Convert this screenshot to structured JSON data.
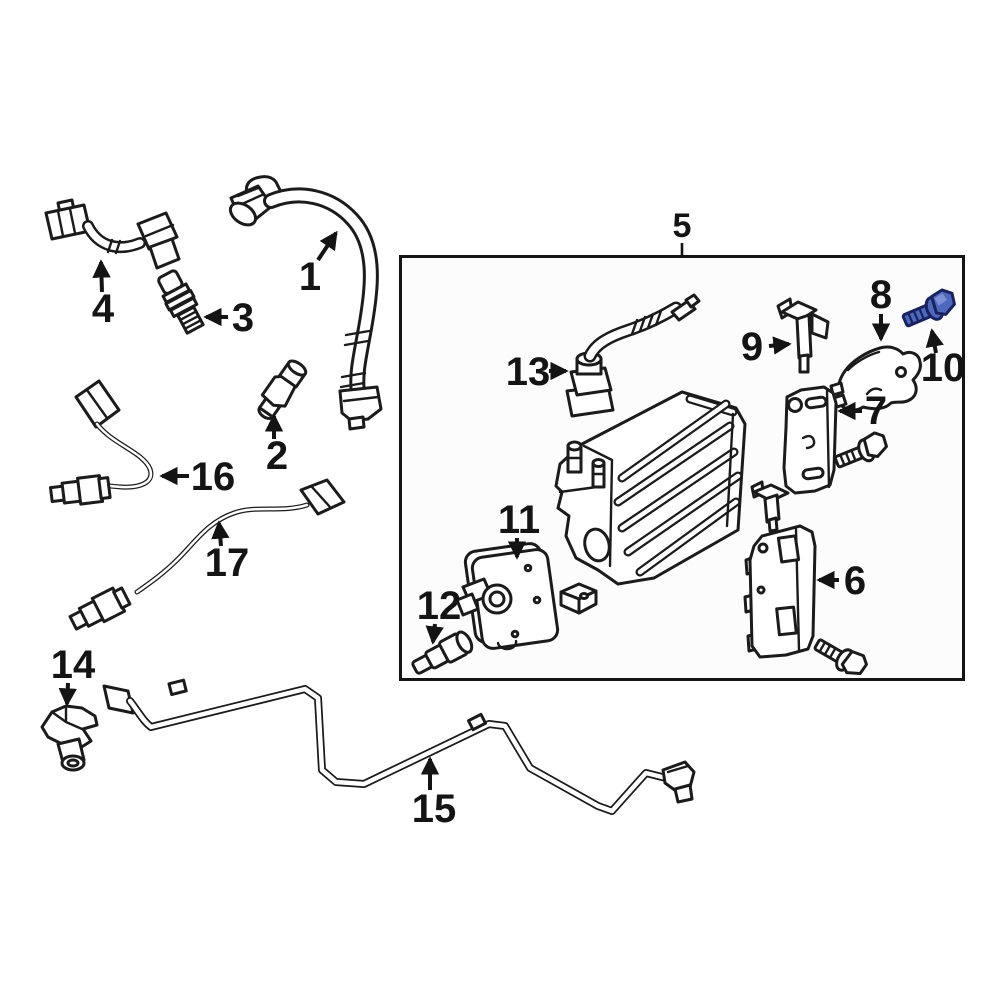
{
  "diagram": {
    "type": "parts-diagram",
    "colors": {
      "background": "#ffffff",
      "box_fill": "#fcfcfc",
      "line": "#1b1b1b",
      "label": "#141414",
      "highlight_fill": "#4e68bd",
      "highlight_stroke": "#18225c"
    },
    "highlighted_part": "10",
    "parts": [
      {
        "label": "1"
      },
      {
        "label": "2"
      },
      {
        "label": "3"
      },
      {
        "label": "4"
      },
      {
        "label": "5"
      },
      {
        "label": "6"
      },
      {
        "label": "7"
      },
      {
        "label": "8"
      },
      {
        "label": "9"
      },
      {
        "label": "10",
        "highlighted": true
      },
      {
        "label": "11"
      },
      {
        "label": "12"
      },
      {
        "label": "13"
      },
      {
        "label": "14"
      },
      {
        "label": "15"
      },
      {
        "label": "16"
      },
      {
        "label": "17"
      }
    ]
  }
}
